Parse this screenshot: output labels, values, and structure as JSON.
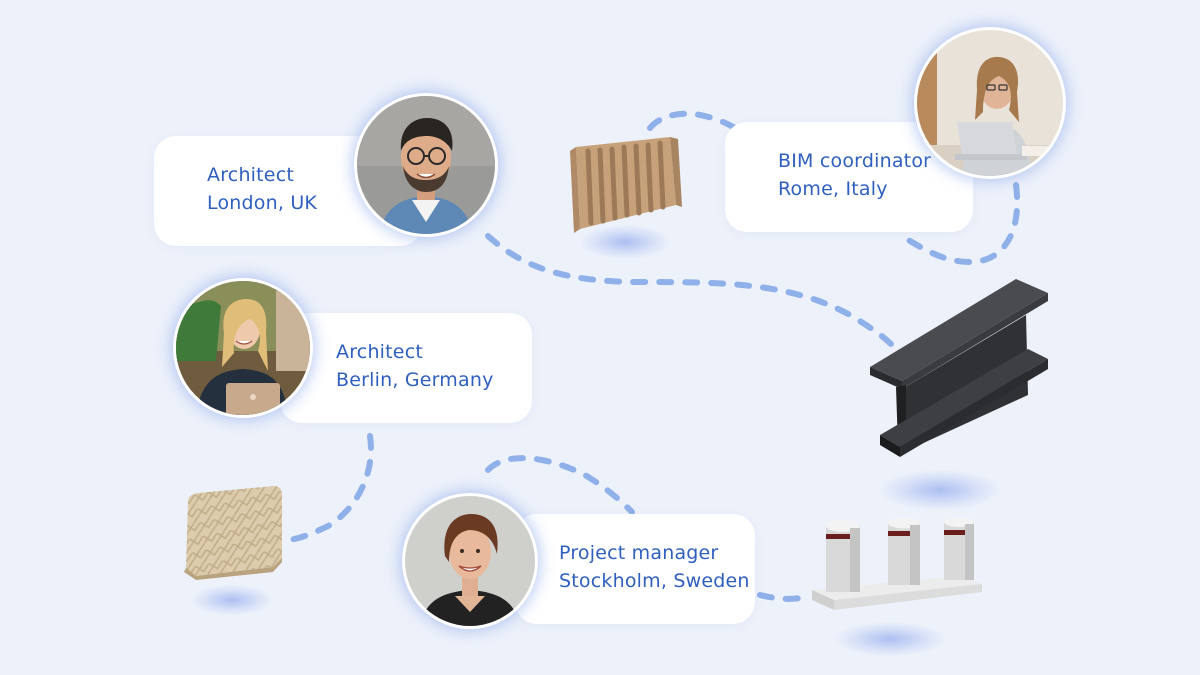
{
  "people": [
    {
      "role": "Architect",
      "location": "London, UK"
    },
    {
      "role": "BIM coordinator",
      "location": "Rome, Italy"
    },
    {
      "role": "Architect",
      "location": "Berlin, Germany"
    },
    {
      "role": "Project manager",
      "location": "Stockholm, Sweden"
    }
  ],
  "colors": {
    "background": "#edf1fa",
    "text": "#2f5fbf",
    "dashed_path": "#8fb0e8",
    "card": "#ffffff"
  },
  "icons": [
    "acoustic-panel-icon",
    "steel-i-beam-icon",
    "herringbone-tile-icon",
    "bollards-icon"
  ]
}
